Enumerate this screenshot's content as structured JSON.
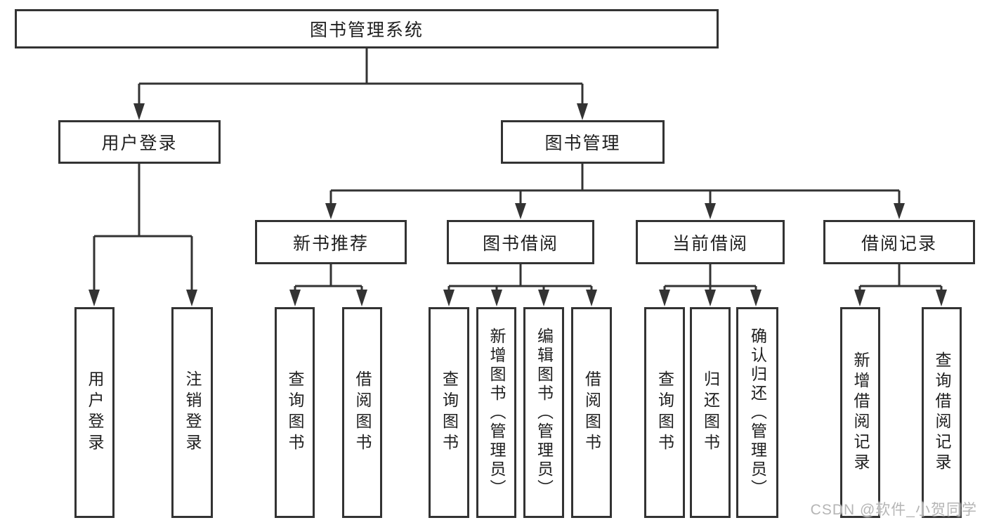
{
  "diagram": {
    "title_node": "图书管理系统",
    "root": {
      "label": "图书管理系统"
    },
    "branches": [
      {
        "label": "用户登录",
        "children": [
          {
            "label": "用户登录"
          },
          {
            "label": "注销登录"
          }
        ]
      },
      {
        "label": "图书管理",
        "children": [
          {
            "label": "新书推荐",
            "children": [
              {
                "label": "查询图书"
              },
              {
                "label": "借阅图书"
              }
            ]
          },
          {
            "label": "图书借阅",
            "children": [
              {
                "label": "查询图书"
              },
              {
                "label": "新增图书（管理员）"
              },
              {
                "label": "编辑图书（管理员）"
              },
              {
                "label": "借阅图书"
              }
            ]
          },
          {
            "label": "当前借阅",
            "children": [
              {
                "label": "查询图书"
              },
              {
                "label": "归还图书"
              },
              {
                "label": "确认归还（管理员）"
              }
            ]
          },
          {
            "label": "借阅记录",
            "children": [
              {
                "label": "新增借阅记录"
              },
              {
                "label": "查询借阅记录"
              }
            ]
          }
        ]
      }
    ],
    "watermark": "CSDN @软件_小贺同学",
    "colors": {
      "line": "#333333",
      "box_background": "#ffffff",
      "text": "#1f1f1f",
      "watermark": "#b5b5b5"
    }
  }
}
